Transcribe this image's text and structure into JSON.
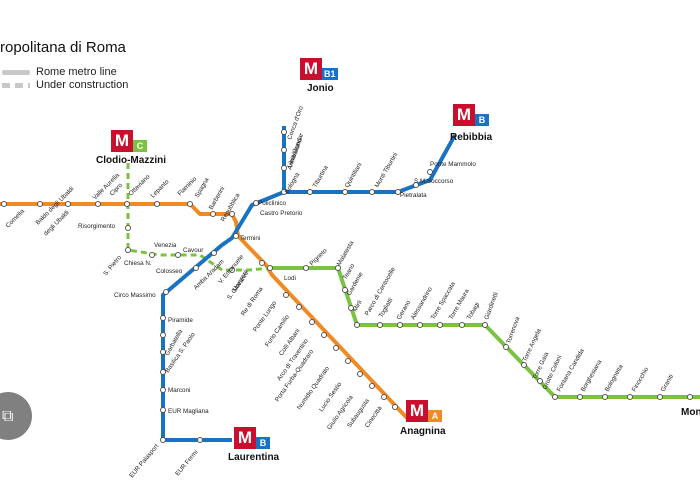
{
  "title": "ropolitana di Roma",
  "legend": {
    "line_label": "Rome metro line",
    "construction_label": "Under construction"
  },
  "colors": {
    "line_a": "#f08a24",
    "line_b": "#1a73c2",
    "line_c": "#7cc242",
    "legend_grey": "#c8c8c8",
    "logo_red": "#c8102e"
  },
  "logos": {
    "jonio": {
      "badge": "B1",
      "name": "Jonio",
      "color": "#1a73c2"
    },
    "rebibbia": {
      "badge": "B",
      "name": "Rebibbia",
      "color": "#1a73c2"
    },
    "clodio": {
      "badge": "C",
      "name": "Clodio-Mazzini",
      "color": "#7cc242"
    },
    "anagnina": {
      "badge": "A",
      "name": "Anagnina",
      "color": "#f08a24"
    },
    "laurentina": {
      "badge": "B",
      "name": "Laurentina",
      "color": "#1a73c2"
    },
    "montecompatri": {
      "name": "Mon"
    }
  },
  "stations": {
    "a": [
      "Cornelia",
      "Baldo degli Ubaldi",
      "Valle Aurelia",
      "Cipro",
      "Ottaviano",
      "Lepanto",
      "Flaminio",
      "Spagna",
      "Barberini",
      "Repubblica",
      "Termini",
      "V. Emanuele",
      "Manzoni",
      "S. Giovanni",
      "Re di Roma",
      "Ponte Lungo",
      "Furio Camillo",
      "Colli Albani",
      "Arco di Travertino",
      "Porta Furba-Quadraro",
      "Numidio Quadrato",
      "Lucio Sestio",
      "Giulio Agricola",
      "Subaugusta",
      "Cinecittà"
    ],
    "b": [
      "Laurentina",
      "EUR Fermi",
      "EUR Palasport",
      "EUR Magliana",
      "Marconi",
      "Basilica S. Paolo",
      "Garbatella",
      "Piramide",
      "Circo Massimo",
      "Colosseo",
      "Cavour",
      "Castro Pretorio",
      "Policlinico",
      "Bologna",
      "Tiburtina",
      "Quintiliani",
      "Monti Tiburtini",
      "Pietralata",
      "S.M.Soccorso",
      "Ponte Mammolo",
      "Rebibbia"
    ],
    "b1": [
      "Jonio",
      "Conca d'Oro",
      "Libia/Gondar",
      "Annibaliano"
    ],
    "c": [
      "Risorgimento",
      "S. Pietro",
      "Chiesa N.",
      "Venezia",
      "Amba Aradam",
      "Lodi",
      "Pigneto",
      "Malatesta",
      "Teano",
      "Gardenie",
      "Mirti",
      "Parco di Centocelle",
      "Togliatti",
      "Gerano",
      "Alessandrino",
      "Torre Spaccata",
      "Torre Maura",
      "Tobagi",
      "Giardinetti",
      "Torrenova",
      "Torre Angela",
      "Torre Gaia",
      "Grotte Celoni",
      "Fontana Candida",
      "Borghesiana",
      "Bolognetta",
      "Finocchio",
      "Graniti"
    ]
  }
}
